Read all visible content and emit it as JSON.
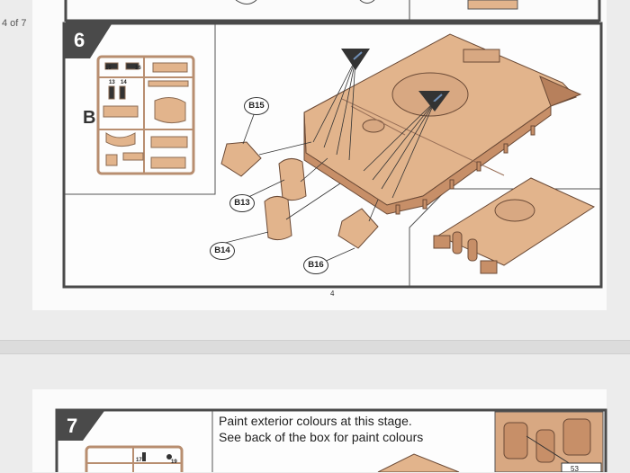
{
  "viewer": {
    "page_indicator": "4 of 7"
  },
  "page_one": {
    "step": "6",
    "sprue_letter": "B",
    "sprue_labels": [
      "15",
      "16",
      "13",
      "14"
    ],
    "callouts": [
      "B15",
      "B13",
      "B14",
      "B16"
    ],
    "page_number": "4"
  },
  "page_two": {
    "step": "7",
    "instruction_line1": "Paint exterior colours at this stage.",
    "instruction_line2": "See back of the box for paint colours",
    "sprue_labels": [
      "17",
      "19"
    ],
    "paint_ref": "53"
  },
  "colors": {
    "part": "#e2b48c",
    "part_dark": "#c78f68",
    "line": "#333333",
    "frame": "#4a4a4a",
    "arrow": "#333333",
    "arrow_tip": "#6f8fb8"
  }
}
